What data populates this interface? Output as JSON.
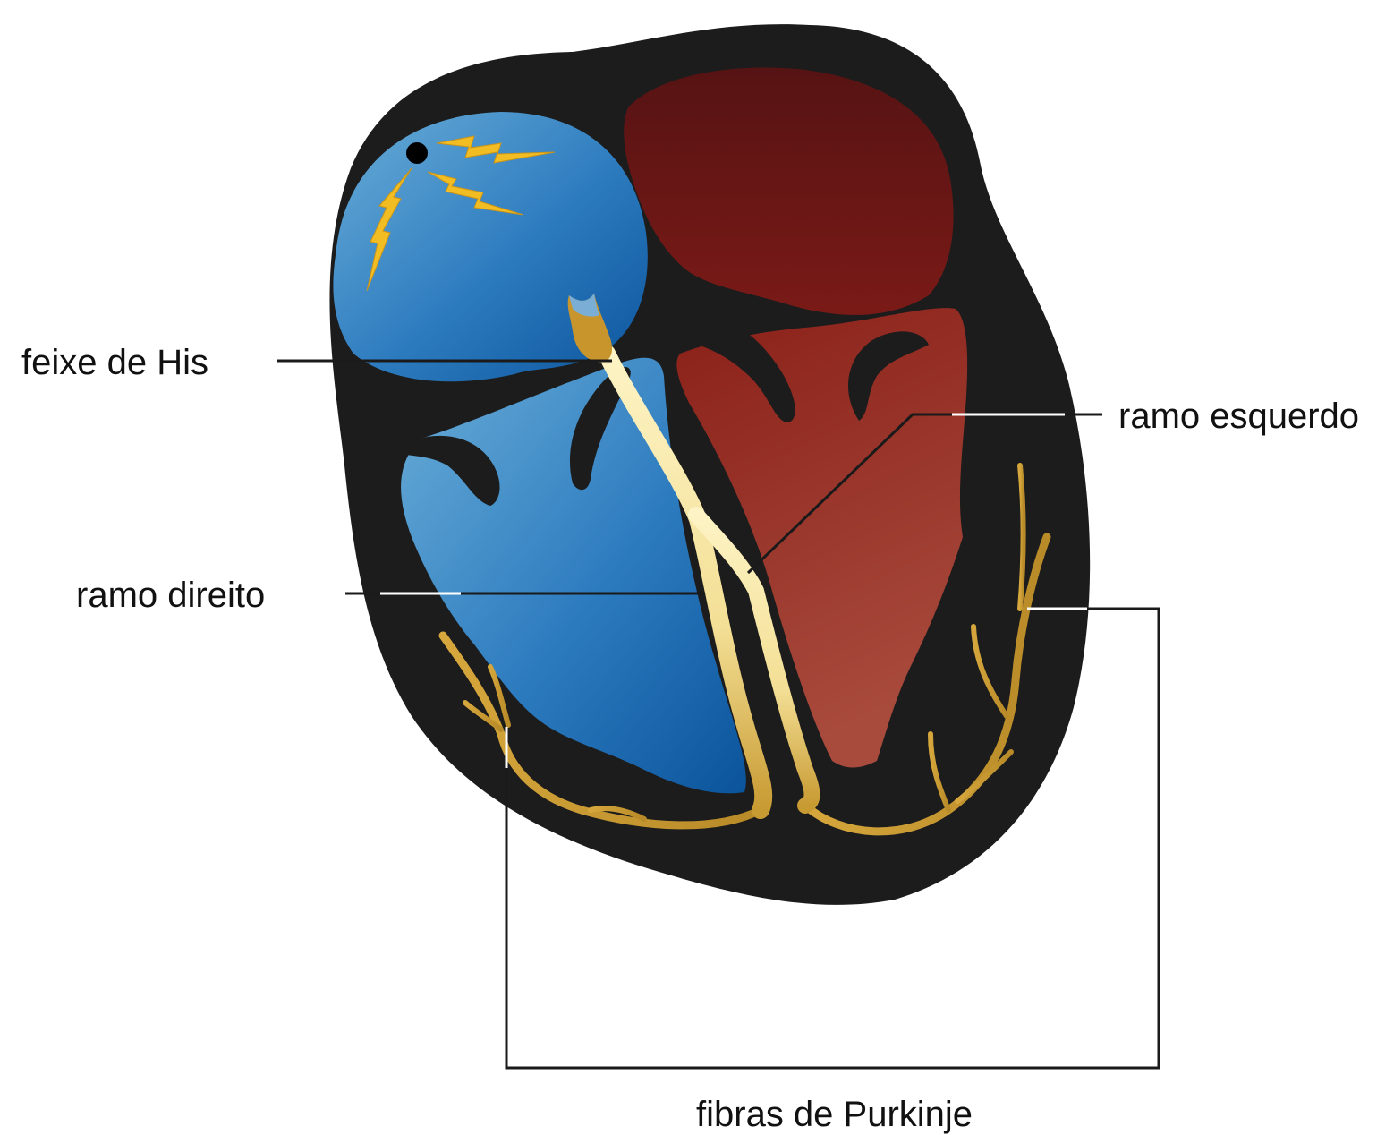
{
  "labels": {
    "bundle_of_his": "feixe de His",
    "left_bundle_branch": "ramo esquerdo",
    "right_bundle_branch": "ramo direito",
    "purkinje_fibers": "fibras de Purkinje"
  },
  "colors": {
    "background": "#ffffff",
    "heart_wall": "#1c1c1c",
    "right_chambers_light": "#5ea2d2",
    "right_chambers_dark": "#0d5ea6",
    "left_chambers_dark": "#5a1414",
    "left_chambers_mid": "#8e231c",
    "left_chambers_light": "#a7463a",
    "conduction_light": "#fdf0b8",
    "conduction_gold": "#c8992f",
    "impulse_yellow": "#f2bd22",
    "sa_node": "#000000",
    "leader_line": "#1a1a1a"
  }
}
